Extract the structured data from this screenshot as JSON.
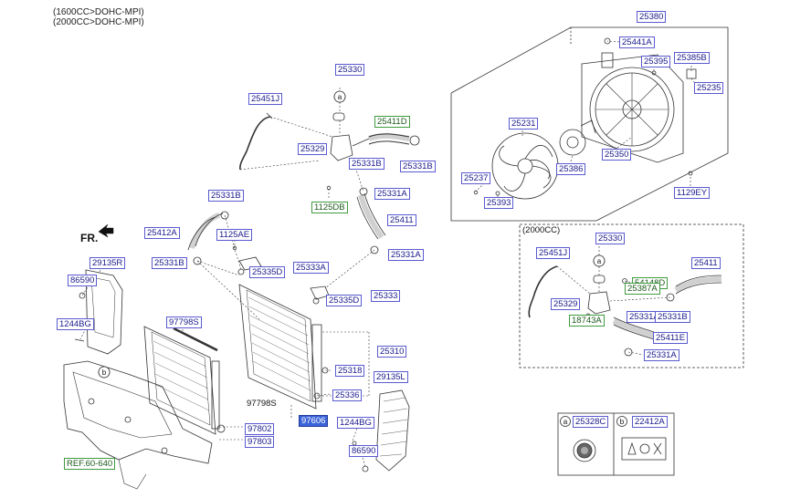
{
  "header": {
    "line1": "(1600CC>DOHC-MPI)",
    "line2": "(2000CC>DOHC-MPI)"
  },
  "direction": "FR.",
  "inset_2000": {
    "title": "(2000CC)"
  },
  "legend": {
    "a_letter": "a",
    "a_part": "25328C",
    "b_letter": "b",
    "b_part": "22412A"
  },
  "callouts": {
    "a": "a",
    "b": "b"
  },
  "labels": [
    {
      "id": "25380",
      "text": "25380"
    },
    {
      "id": "25441A",
      "text": "25441A"
    },
    {
      "id": "25395",
      "text": "25395"
    },
    {
      "id": "25385B",
      "text": "25385B"
    },
    {
      "id": "25235",
      "text": "25235"
    },
    {
      "id": "25231",
      "text": "25231"
    },
    {
      "id": "25386",
      "text": "25386"
    },
    {
      "id": "25350",
      "text": "25350"
    },
    {
      "id": "25237",
      "text": "25237"
    },
    {
      "id": "25393",
      "text": "25393"
    },
    {
      "id": "1129EY",
      "text": "1129EY"
    },
    {
      "id": "25330",
      "text": "25330"
    },
    {
      "id": "25451J",
      "text": "25451J"
    },
    {
      "id": "25411D",
      "text": "25411D",
      "style": "green"
    },
    {
      "id": "25329",
      "text": "25329"
    },
    {
      "id": "25331B-1",
      "text": "25331B"
    },
    {
      "id": "25331B-2",
      "text": "25331B"
    },
    {
      "id": "1125DB",
      "text": "1125DB",
      "style": "green"
    },
    {
      "id": "25331A-1",
      "text": "25331A"
    },
    {
      "id": "25331B-3",
      "text": "25331B"
    },
    {
      "id": "25411",
      "text": "25411"
    },
    {
      "id": "25412A",
      "text": "25412A"
    },
    {
      "id": "1125AE",
      "text": "1125AE"
    },
    {
      "id": "25331A-2",
      "text": "25331A"
    },
    {
      "id": "25331B-4",
      "text": "25331B"
    },
    {
      "id": "25335D-1",
      "text": "25335D"
    },
    {
      "id": "25333A",
      "text": "25333A"
    },
    {
      "id": "25335D-2",
      "text": "25335D"
    },
    {
      "id": "25333",
      "text": "25333"
    },
    {
      "id": "29135R",
      "text": "29135R"
    },
    {
      "id": "86590-1",
      "text": "86590"
    },
    {
      "id": "1244BG-1",
      "text": "1244BG"
    },
    {
      "id": "97798S-1",
      "text": "97798S"
    },
    {
      "id": "25310",
      "text": "25310"
    },
    {
      "id": "25318",
      "text": "25318"
    },
    {
      "id": "29135L",
      "text": "29135L"
    },
    {
      "id": "25336",
      "text": "25336"
    },
    {
      "id": "97798S-2",
      "text": "97798S",
      "style": "plain"
    },
    {
      "id": "97606",
      "text": "97606",
      "style": "hl"
    },
    {
      "id": "1244BG-2",
      "text": "1244BG"
    },
    {
      "id": "97802",
      "text": "97802"
    },
    {
      "id": "97803",
      "text": "97803"
    },
    {
      "id": "86590-2",
      "text": "86590"
    },
    {
      "id": "REF60640",
      "text": "REF.60-640",
      "style": "green"
    },
    {
      "id": "i-25330",
      "text": "25330"
    },
    {
      "id": "i-25451J",
      "text": "25451J"
    },
    {
      "id": "i-25411",
      "text": "25411"
    },
    {
      "id": "i-54148D",
      "text": "54148D",
      "style": "green"
    },
    {
      "id": "i-25387A",
      "text": "25387A",
      "style": "green"
    },
    {
      "id": "i-25329",
      "text": "25329"
    },
    {
      "id": "i-18743A",
      "text": "18743A",
      "style": "green"
    },
    {
      "id": "i-25331A-1",
      "text": "25331A"
    },
    {
      "id": "i-25331B",
      "text": "25331B"
    },
    {
      "id": "i-25411E",
      "text": "25411E"
    },
    {
      "id": "i-25331A-2",
      "text": "25331A"
    }
  ]
}
